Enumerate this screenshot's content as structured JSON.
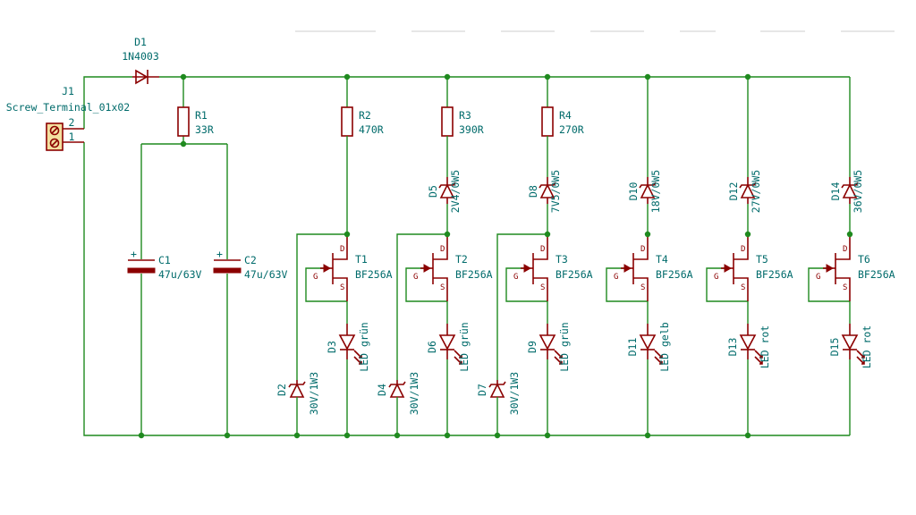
{
  "j1": {
    "ref": "J1",
    "value": "Screw_Terminal_01x02",
    "pin1": "1",
    "pin2": "2"
  },
  "d1": {
    "ref": "D1",
    "value": "1N4003"
  },
  "r1": {
    "ref": "R1",
    "value": "33R"
  },
  "c1": {
    "ref": "C1",
    "value": "47u/63V"
  },
  "c2": {
    "ref": "C2",
    "value": "47u/63V"
  },
  "plus": "+",
  "pins": {
    "d": "D",
    "g": "G",
    "s": "S"
  },
  "branches": [
    {
      "r": {
        "ref": "R2",
        "value": "470R"
      },
      "z": null,
      "t": {
        "ref": "T1",
        "value": "BF256A"
      },
      "led": {
        "ref": "D3",
        "value": "LED grün"
      },
      "dz": {
        "ref": "D2",
        "value": "30V/1W3"
      }
    },
    {
      "r": {
        "ref": "R3",
        "value": "390R"
      },
      "z": {
        "ref": "D5",
        "value": "2V4/0W5"
      },
      "t": {
        "ref": "T2",
        "value": "BF256A"
      },
      "led": {
        "ref": "D6",
        "value": "LED grün"
      },
      "dz": {
        "ref": "D4",
        "value": "30V/1W3"
      }
    },
    {
      "r": {
        "ref": "R4",
        "value": "270R"
      },
      "z": {
        "ref": "D8",
        "value": "7V5/0W5"
      },
      "t": {
        "ref": "T3",
        "value": "BF256A"
      },
      "led": {
        "ref": "D9",
        "value": "LED grün"
      },
      "dz": {
        "ref": "D7",
        "value": "30V/1W3"
      }
    },
    {
      "r": null,
      "z": {
        "ref": "D10",
        "value": "18V/0W5"
      },
      "t": {
        "ref": "T4",
        "value": "BF256A"
      },
      "led": {
        "ref": "D11",
        "value": "LED gelb"
      },
      "dz": null
    },
    {
      "r": null,
      "z": {
        "ref": "D12",
        "value": "27V/0W5"
      },
      "t": {
        "ref": "T5",
        "value": "BF256A"
      },
      "led": {
        "ref": "D13",
        "value": "LED rot"
      },
      "dz": null
    },
    {
      "r": null,
      "z": {
        "ref": "D14",
        "value": "36V/0W5"
      },
      "t": {
        "ref": "T6",
        "value": "BF256A"
      },
      "led": {
        "ref": "D15",
        "value": "LED rot"
      },
      "dz": null
    }
  ]
}
